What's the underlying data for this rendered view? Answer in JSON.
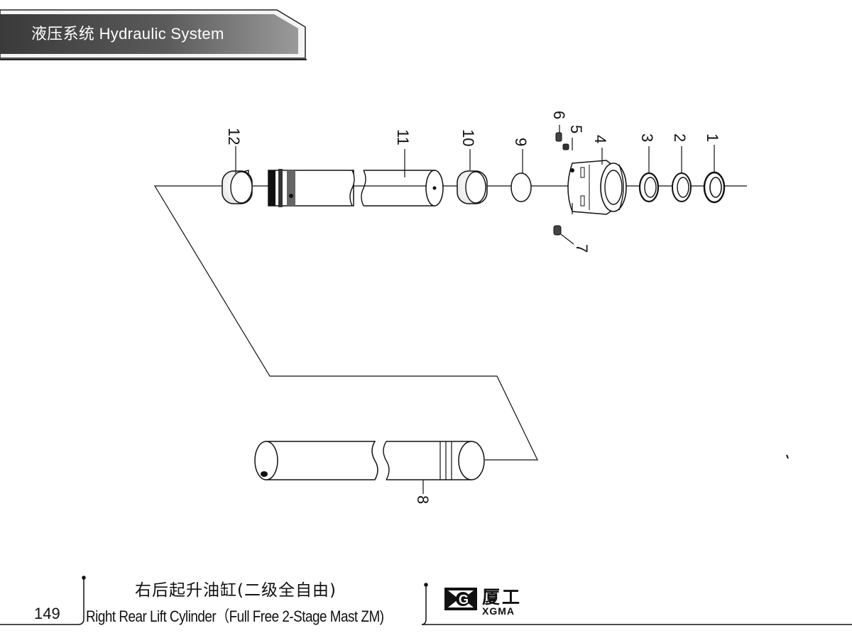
{
  "header": {
    "title": "液压系统  Hydraulic System"
  },
  "footer": {
    "page_number": "149",
    "title_cn": "右后起升油缸(二级全自由)",
    "title_en": "Right Rear Lift Cylinder（Full Free 2-Stage Mast ZM)",
    "logo_cn": "厦工",
    "logo_en": "XGMA"
  },
  "callouts": {
    "c1": "1",
    "c2": "2",
    "c3": "3",
    "c4": "4",
    "c5": "5",
    "c6": "6",
    "c7": "7",
    "c8": "8",
    "c9": "9",
    "c10": "10",
    "c11": "11",
    "c12": "12"
  },
  "colors": {
    "ink": "#111111",
    "header_dark": "#2a2a2a",
    "header_light": "#8a8a8a"
  }
}
